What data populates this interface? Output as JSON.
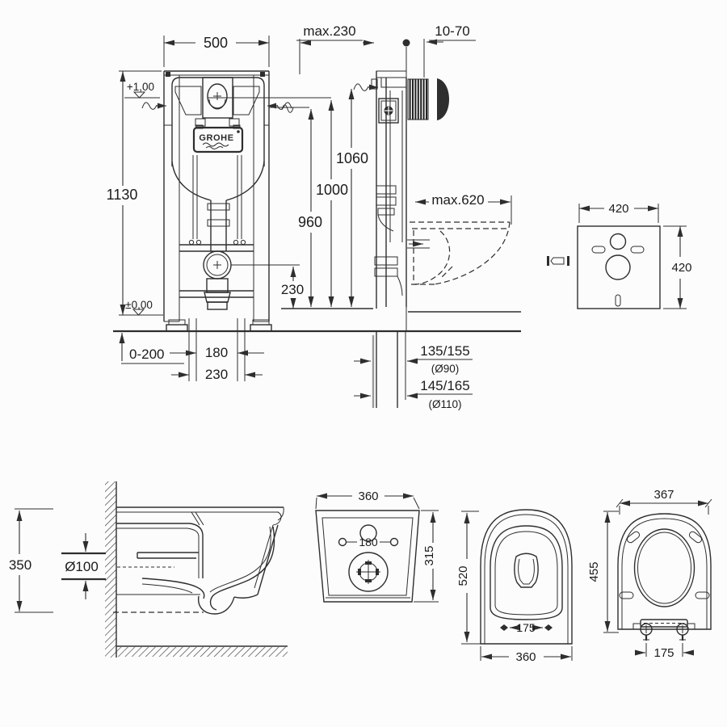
{
  "drawing": {
    "frame_front": {
      "width": "500",
      "height": "1130",
      "level_top": "+1,00",
      "level_zero": "±0,00",
      "foot_range": "0-200",
      "bolt_spacing": "180",
      "anchor_spacing": "230",
      "outlet_height": "230",
      "brand": "GROHE"
    },
    "frame_side": {
      "frame_depth": "max.230",
      "wall_finish": "10-70",
      "height_top": "1060",
      "height_button": "1000",
      "height_inlet": "960",
      "bowl_projection": "max.620",
      "offset_90": "135/155",
      "dia_90": "(Ø90)",
      "offset_110": "145/165",
      "dia_110": "(Ø110)"
    },
    "sound_plate": {
      "width": "420",
      "height": "420"
    },
    "bowl_side": {
      "height": "350",
      "outlet_dia": "Ø100"
    },
    "bowl_back": {
      "width": "360",
      "hole_spacing": "180",
      "height": "315"
    },
    "bowl_top": {
      "length": "520",
      "hinge_spacing": "175",
      "width": "360"
    },
    "seat": {
      "width": "367",
      "length": "455",
      "hinge_spacing": "175"
    }
  }
}
